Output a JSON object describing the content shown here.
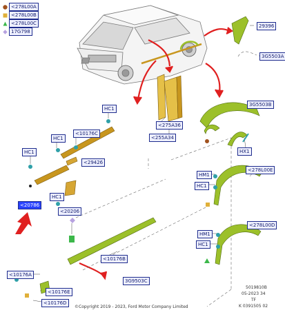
{
  "legend": [
    {
      "symbol": "circle",
      "color": "#a0521e",
      "code": "<278L00A"
    },
    {
      "symbol": "square",
      "color": "#e0b03a",
      "code": "<278L00B"
    },
    {
      "symbol": "triangle",
      "color": "#3cb84a",
      "code": "<278L00C"
    },
    {
      "symbol": "diamond",
      "color": "#b7a2e0",
      "code": "17G798"
    }
  ],
  "labels": {
    "p29396": "29396",
    "p3g5503a": "3G5503A",
    "p3g5503b": "3G5503B",
    "hc1_a": "HC1",
    "p10176c": "<10176C",
    "p275a36": "<275A36",
    "p255a34": "<255A34",
    "hc1_b": "HC1",
    "hc1_c": "HC1",
    "p29426": "<29426",
    "hx1": "HX1",
    "p278l00e": "<278L00E",
    "hm1_a": "HM1",
    "hc1_d": "HC1",
    "p20786": "<20786",
    "hc1_e": "HC1",
    "p20206": "<20206",
    "p278l00d": "<278L00D",
    "hm1_b": "HM1",
    "hc1_f": "HC1",
    "p10176b": "<10176B",
    "p10176a": "<10176A",
    "p3g9503c": "3G9503C",
    "p10176e": "<10176E",
    "p10176d": "<10176D"
  },
  "footer": {
    "ref1": "5019810B",
    "ref2": "05-2023 34",
    "ref3": "TF",
    "ref4": "K 0391505 02",
    "copyright": "©Copyright 2019 - 2023, Ford Motor Company Limited"
  },
  "colors": {
    "label_border": "#1c2a8c",
    "label_fill": "#eef0ff",
    "label_highlight": "#2a43ff",
    "arrow": "#e02020",
    "part_orange": "#c8961e",
    "part_green": "#9cc02a"
  }
}
